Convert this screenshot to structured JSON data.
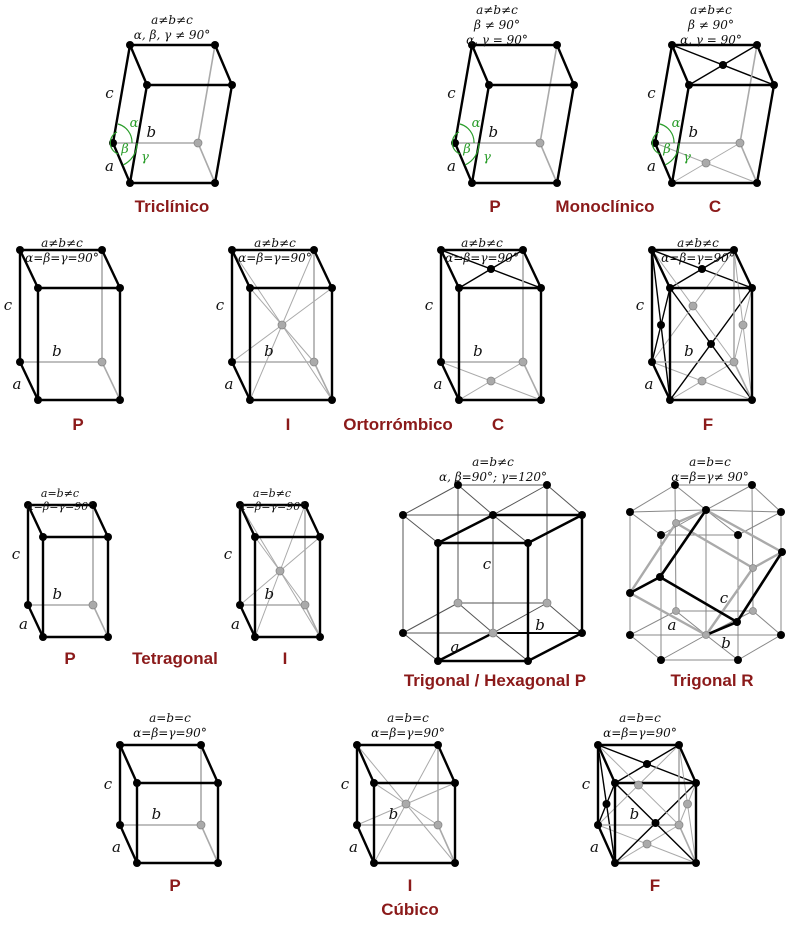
{
  "colors": {
    "edge": "#000000",
    "hidden": "#aaaaaa",
    "angle": "#2a9d2a",
    "label": "#8b1a1a"
  },
  "system_labels": [
    "Triclínico",
    "Monoclínico",
    "Ortorrómbico",
    "Tetragonal",
    "Cúbico"
  ],
  "angle_labels": [
    "α",
    "β",
    "γ"
  ],
  "cells": [
    {
      "label": "",
      "conditions": [
        "a≠b≠c",
        "α, β, γ ≠ 90°"
      ],
      "axes": [
        "a",
        "b",
        "c"
      ]
    },
    {
      "label": "P",
      "conditions": [
        "a≠b≠c",
        "β ≠ 90°",
        "α, γ = 90°"
      ],
      "axes": [
        "a",
        "b",
        "c"
      ]
    },
    {
      "label": "C",
      "conditions": [
        "a≠b≠c",
        "β ≠ 90°",
        "α, γ = 90°"
      ],
      "axes": [
        "a",
        "b",
        "c"
      ]
    },
    {
      "label": "P",
      "conditions": [
        "a≠b≠c",
        "α=β=γ=90°"
      ],
      "axes": [
        "a",
        "b",
        "c"
      ]
    },
    {
      "label": "I",
      "conditions": [
        "a≠b≠c",
        "α=β=γ=90°"
      ],
      "axes": [
        "a",
        "b",
        "c"
      ]
    },
    {
      "label": "C",
      "conditions": [
        "a≠b≠c",
        "α=β=γ=90°"
      ],
      "axes": [
        "a",
        "b",
        "c"
      ]
    },
    {
      "label": "F",
      "conditions": [
        "a≠b≠c",
        "α=β=γ=90°"
      ],
      "axes": [
        "a",
        "b",
        "c"
      ]
    },
    {
      "label": "P",
      "conditions": [
        "a=b≠c",
        "α=β=γ=90°"
      ],
      "axes": [
        "a",
        "b",
        "c"
      ]
    },
    {
      "label": "I",
      "conditions": [
        "a=b≠c",
        "α=β=γ=90°"
      ],
      "axes": [
        "a",
        "b",
        "c"
      ]
    },
    {
      "label": "Trigonal / Hexagonal P",
      "conditions": [
        "a=b≠c",
        "α, β=90°; γ=120°"
      ],
      "axes": [
        "a",
        "b",
        "c"
      ]
    },
    {
      "label": "Trigonal R",
      "conditions": [
        "a=b=c",
        "α=β=γ≠ 90°"
      ],
      "axes": [
        "a",
        "b",
        "c"
      ]
    },
    {
      "label": "P",
      "conditions": [
        "a=b=c",
        "α=β=γ=90°"
      ],
      "axes": [
        "a",
        "b",
        "c"
      ]
    },
    {
      "label": "I",
      "conditions": [
        "a=b=c",
        "α=β=γ=90°"
      ],
      "axes": [
        "a",
        "b",
        "c"
      ]
    },
    {
      "label": "F",
      "conditions": [
        "a=b=c",
        "α=β=γ=90°"
      ],
      "axes": [
        "a",
        "b",
        "c"
      ]
    }
  ]
}
